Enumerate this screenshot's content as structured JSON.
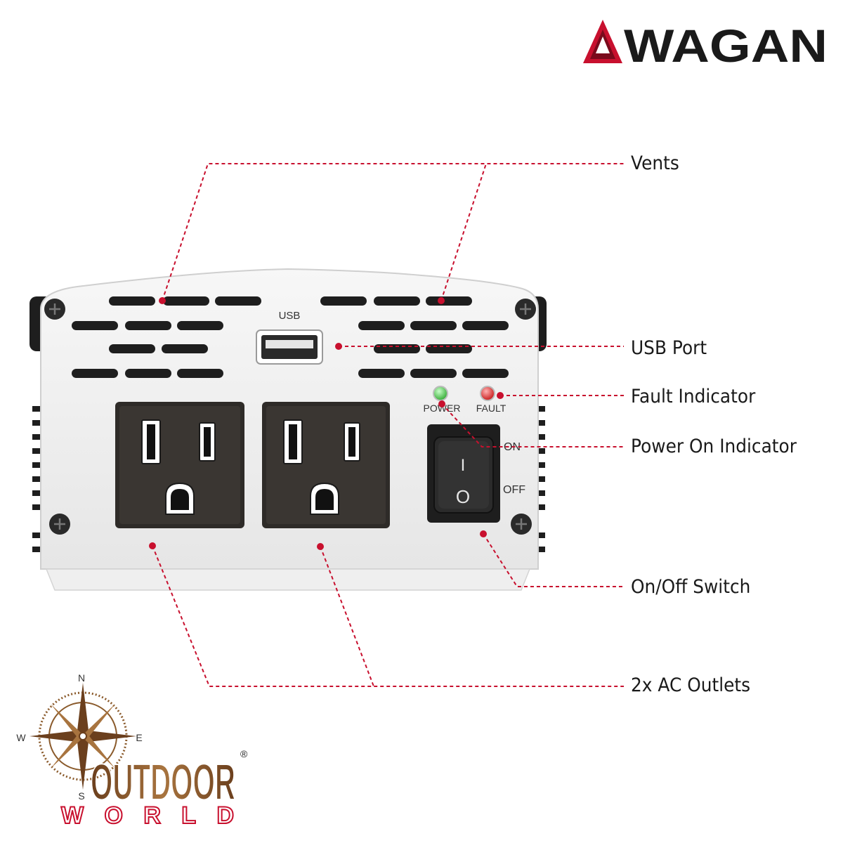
{
  "brand": {
    "wordmark": "WAGAN",
    "mark_color": "#c8102e",
    "text_color": "#1a1a1a"
  },
  "device": {
    "usb_label": "USB",
    "power_led_label": "POWER",
    "fault_led_label": "FAULT",
    "switch_on_label": "ON",
    "switch_off_label": "OFF",
    "switch_on_glyph": "I",
    "switch_off_glyph": "O",
    "power_led_color": "#3ec43e",
    "fault_led_color": "#e02020"
  },
  "callouts": [
    {
      "id": "vents",
      "label": "Vents"
    },
    {
      "id": "usb-port",
      "label": "USB Port"
    },
    {
      "id": "fault-indicator",
      "label": "Fault Indicator"
    },
    {
      "id": "power-on-indicator",
      "label": "Power On Indicator"
    },
    {
      "id": "on-off-switch",
      "label": "On/Off Switch"
    },
    {
      "id": "ac-outlets",
      "label": "2x AC Outlets"
    }
  ],
  "leader_color": "#c8102e",
  "dealer_logo": {
    "line1": "OUTDOOR",
    "line2": "WORLD",
    "registered": "®",
    "compass_n": "N",
    "compass_s": "S",
    "compass_e": "E",
    "compass_w": "W",
    "wood_color": "#8a5a2b",
    "world_color": "#c8102e"
  }
}
